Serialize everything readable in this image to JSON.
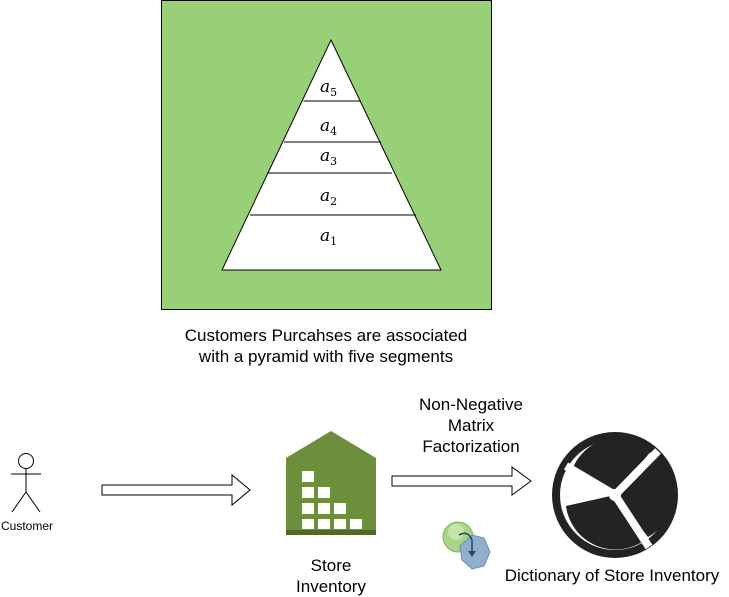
{
  "pyramid": {
    "background": "#97d077",
    "segments": [
      {
        "label": "a",
        "sub": "5"
      },
      {
        "label": "a",
        "sub": "4"
      },
      {
        "label": "a",
        "sub": "3"
      },
      {
        "label": "a",
        "sub": "2"
      },
      {
        "label": "a",
        "sub": "1"
      }
    ],
    "caption_line1": "Customers Purcahses are associated",
    "caption_line2": "with a pyramid with five segments"
  },
  "customer": {
    "label": "Customer"
  },
  "store": {
    "label_line1": "Store",
    "label_line2": "Inventory",
    "color": "#6d8e3a"
  },
  "nmf": {
    "line1": "Non-Negative",
    "line2": "Matrix",
    "line3": "Factorization"
  },
  "dictionary": {
    "label": "Dictionary of Store Inventory"
  }
}
